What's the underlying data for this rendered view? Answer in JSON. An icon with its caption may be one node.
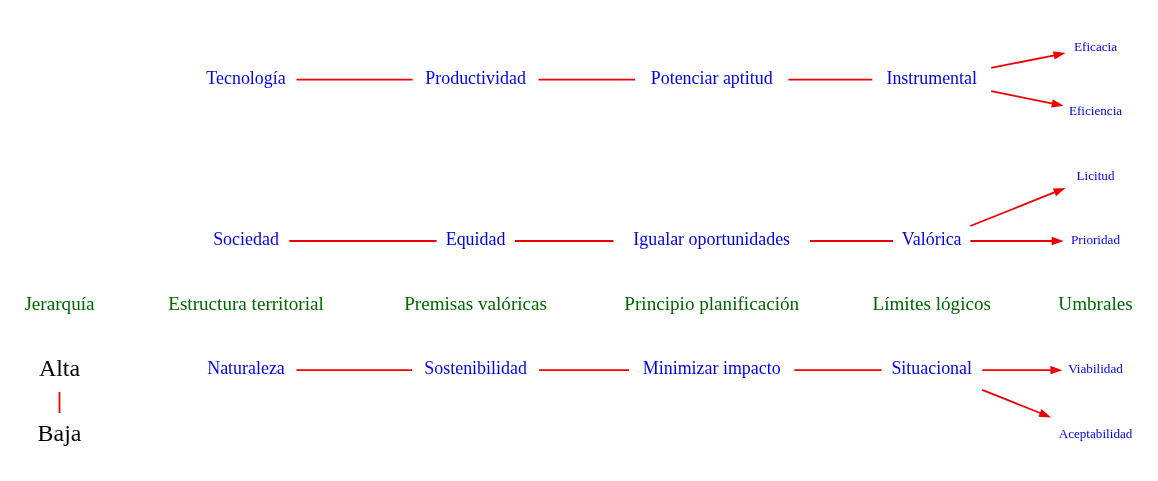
{
  "diagram": {
    "nodes": [
      {
        "text": [
          "Alta"
        ]
      },
      {
        "text": [
          "Naturaleza"
        ]
      },
      {
        "text": [
          "Sostenibilidad"
        ]
      },
      {
        "text": [
          "Minimizar impacto"
        ]
      },
      {
        "text": [
          "Situacional"
        ]
      },
      {
        "text": [
          "Viabilidad"
        ]
      },
      {
        "text": [
          "Aceptabilidad"
        ]
      },
      {
        "text": [
          "Sociedad"
        ]
      },
      {
        "text": [
          "Equidad"
        ]
      },
      {
        "text": [
          "Igualar oportunidades"
        ]
      },
      {
        "text": [
          "Valórica"
        ]
      },
      {
        "text": [
          "Licitud"
        ]
      },
      {
        "text": [
          "Prioridad"
        ]
      },
      {
        "text": [
          "Baja"
        ]
      },
      {
        "text": [
          "Tecnología"
        ]
      },
      {
        "text": [
          "Productividad"
        ]
      },
      {
        "text": [
          "Potenciar aptitud"
        ]
      },
      {
        "text": [
          "Instrumental"
        ]
      },
      {
        "text": [
          "Eficacia"
        ]
      },
      {
        "text": [
          "Eficiencia"
        ]
      }
    ],
    "edges": [
      {
        "from": 0,
        "to": 13,
        "arrow": "none"
      },
      {
        "from": 1,
        "to": 2,
        "arrow": "none"
      },
      {
        "from": 2,
        "to": 3,
        "arrow": "none"
      },
      {
        "from": 3,
        "to": 4,
        "arrow": "none"
      },
      {
        "from": 4,
        "to": 5,
        "arrow": "to"
      },
      {
        "from": 4,
        "to": 6,
        "arrow": "to"
      },
      {
        "from": 7,
        "to": 8,
        "arrow": "none"
      },
      {
        "from": 8,
        "to": 9,
        "arrow": "none"
      },
      {
        "from": 9,
        "to": 10,
        "arrow": "none"
      },
      {
        "from": 10,
        "to": 11,
        "arrow": "to"
      },
      {
        "from": 10,
        "to": 12,
        "arrow": "to"
      },
      {
        "from": 14,
        "to": 15,
        "arrow": "none"
      },
      {
        "from": 15,
        "to": 16,
        "arrow": "none"
      },
      {
        "from": 16,
        "to": 17,
        "arrow": "none"
      },
      {
        "from": 17,
        "to": 18,
        "arrow": "to"
      },
      {
        "from": 17,
        "to": 19,
        "arrow": "to"
      }
    ],
    "labels": [
      "Jerarquía",
      "Estructura territorial",
      "Premisas valóricas",
      "Principio planificación",
      "Límites lógicos",
      "Umbrales"
    ]
  }
}
